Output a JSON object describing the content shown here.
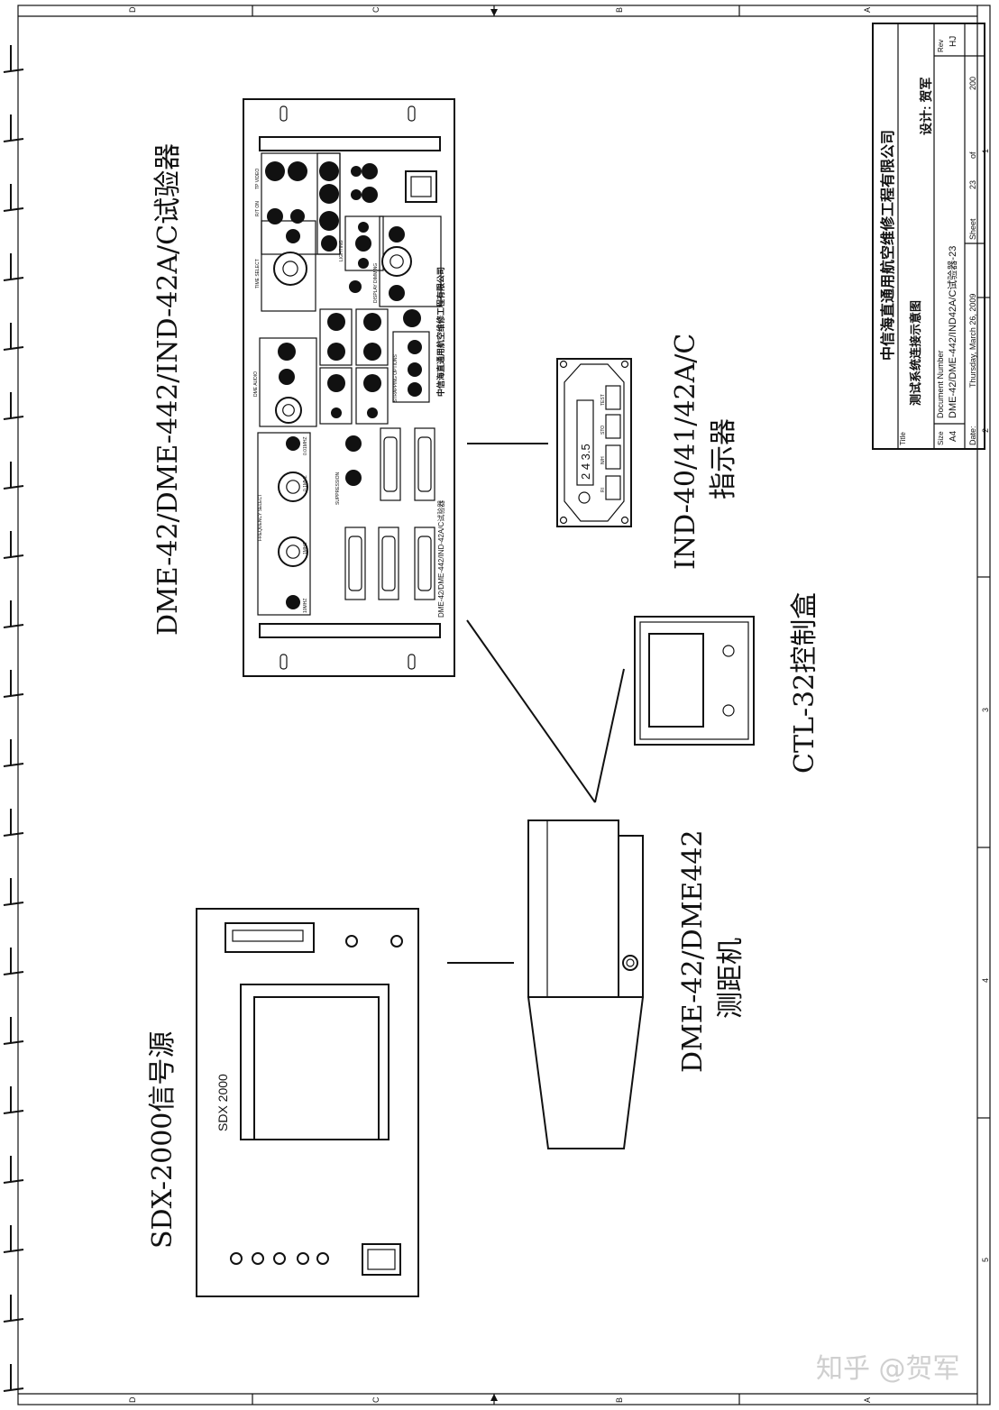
{
  "title_block": {
    "company": "中信海直通用航空维修工程有限公司",
    "title_label": "Title",
    "title": "测试系统连接示意图",
    "designer": "设计: 贺军",
    "rev_label": "Rev",
    "rev": "HJ",
    "size_label": "Size",
    "size": "A4",
    "doc_number_label": "Document Number",
    "doc_number": "DME-42/DME-442/IND42A/C试验器-23",
    "date_label": "Date:",
    "date": "Thursday, March 26, 2009",
    "sheet_label": "Sheet",
    "sheet": "23",
    "of_label": "of",
    "sheet_total": "200"
  },
  "border": {
    "zones_top": [
      "D",
      "C",
      "B",
      "A"
    ],
    "zones_side": [
      "1",
      "2",
      "3",
      "4",
      "5"
    ]
  },
  "devices": {
    "tester": {
      "label": "DME-42/DME-442/IND-42A/C试验器",
      "panel_caption": "DME-42/DME-442/IND-42A/C试验器",
      "panel_company": "中信海直通用航空维修工程有限公司",
      "sections": {
        "tp_video": "TP VIDEO",
        "rt_on": "R/T ON",
        "time_select": "TIME SELECT",
        "lighting": "LIGHTING",
        "display_dimming": "DISPLAY DIMMING",
        "dme_audio": "DME AUDIO",
        "strapping_options": "STRAPPING OPTIONS",
        "frequency_select": "FREQUENCY SELECT",
        "suppression": "SUPPRESSION",
        "freq_1mhz": "1MHZ",
        "freq_01mhz": "0.1MHZ",
        "freq_001mhz": "0.01MHZ",
        "freq_10mhz": "10MHZ"
      }
    },
    "indicator": {
      "model": "IND-40/41/42A/C",
      "name": "指示器",
      "display_value": "2 4 3.5",
      "buttons": [
        "TEST",
        "STO",
        "N/H",
        "RI"
      ]
    },
    "control_box": {
      "label": "CTL-32控制盒"
    },
    "dme_unit": {
      "model": "DME-42/DME442",
      "name": "测距机"
    },
    "signal_source": {
      "label": "SDX-2000信号源",
      "panel_text": "SDX 2000"
    }
  },
  "watermark": "知乎 @贺军"
}
